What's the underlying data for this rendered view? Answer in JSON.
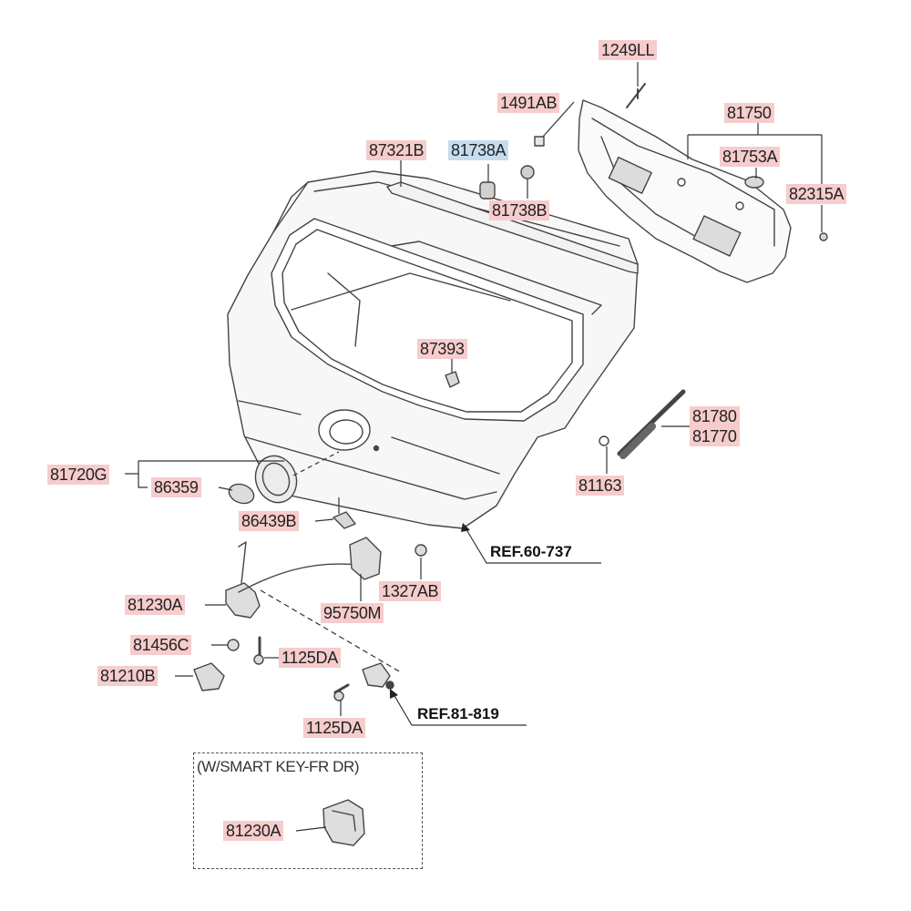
{
  "labels": {
    "p1249LL": "1249LL",
    "p1491AB": "1491AB",
    "p81750": "81750",
    "p87321B": "87321B",
    "p81738A": "81738A",
    "p81753A": "81753A",
    "p82315A": "82315A",
    "p81738B": "81738B",
    "p87393": "87393",
    "p81780": "81780",
    "p81770": "81770",
    "p81720G": "81720G",
    "p86359": "86359",
    "p81163": "81163",
    "p86439B": "86439B",
    "p81230A": "81230A",
    "p1327AB": "1327AB",
    "p95750M": "95750M",
    "p81456C": "81456C",
    "p1125DA_a": "1125DA",
    "p81210B": "81210B",
    "p1125DA_b": "1125DA",
    "p81230A_inset": "81230A"
  },
  "refs": {
    "ref_60_737": "REF.60-737",
    "ref_81_819": "REF.81-819"
  },
  "inset_note": "(W/SMART KEY-FR DR)",
  "colors": {
    "label_highlight": "#f6cccc",
    "selected_highlight": "#c6dcef",
    "line": "#333333"
  }
}
